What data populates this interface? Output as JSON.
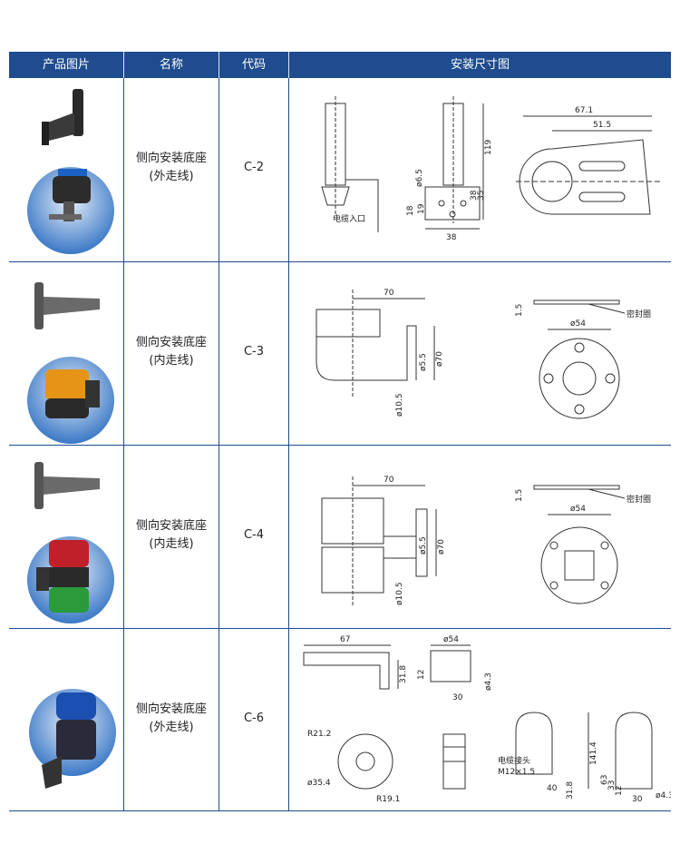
{
  "header": {
    "col_photo": "产品图片",
    "col_name": "名称",
    "col_code": "代码",
    "col_drawing": "安装尺寸图"
  },
  "rows": [
    {
      "name_line1": "侧向安装底座",
      "name_line2": "(外走线)",
      "code": "C-2",
      "dims": {
        "d67_1": "67.1",
        "d51_5": "51.5",
        "d119": "119",
        "d38v": "38",
        "d35": "35",
        "d6_5": "ø6.5",
        "d18": "18",
        "d19": "19",
        "d38h": "38",
        "cable_entry": "电缆入口"
      }
    },
    {
      "name_line1": "侧向安装底座",
      "name_line2": "(内走线)",
      "code": "C-3",
      "dims": {
        "d70": "70",
        "d70v": "ø70",
        "d5_5": "ø5.5",
        "d10_5": "ø10.5",
        "d1_5": "1.5",
        "d54": "ø54",
        "seal": "密封圈"
      }
    },
    {
      "name_line1": "侧向安装底座",
      "name_line2": "(内走线)",
      "code": "C-4",
      "dims": {
        "d70": "70",
        "d70v": "ø70",
        "d5_5": "ø5.5",
        "d10_5": "ø10.5",
        "d1_5": "1.5",
        "d54": "ø54",
        "seal": "密封圈"
      }
    },
    {
      "name_line1": "侧向安装底座",
      "name_line2": "(外走线)",
      "code": "C-6",
      "dims": {
        "d67": "67",
        "d31_8": "31.8",
        "d54": "ø54",
        "d12": "12",
        "d30": "30",
        "d4_3": "ø4.3",
        "r21_2": "R21.2",
        "d35_4": "ø35.4",
        "r19_1": "R19.1",
        "d141_4": "141.4",
        "d63": "63",
        "d33": "33",
        "d12b": "12",
        "d31_8b": "31.8",
        "d40": "40",
        "d30b": "30",
        "d4_3b": "ø4.3",
        "conn1": "电缆接头",
        "conn2": "M12×1.5"
      }
    }
  ],
  "colors": {
    "header_bg": "#1e4c8f",
    "grid": "#1e4c8f",
    "line": "#333333"
  }
}
